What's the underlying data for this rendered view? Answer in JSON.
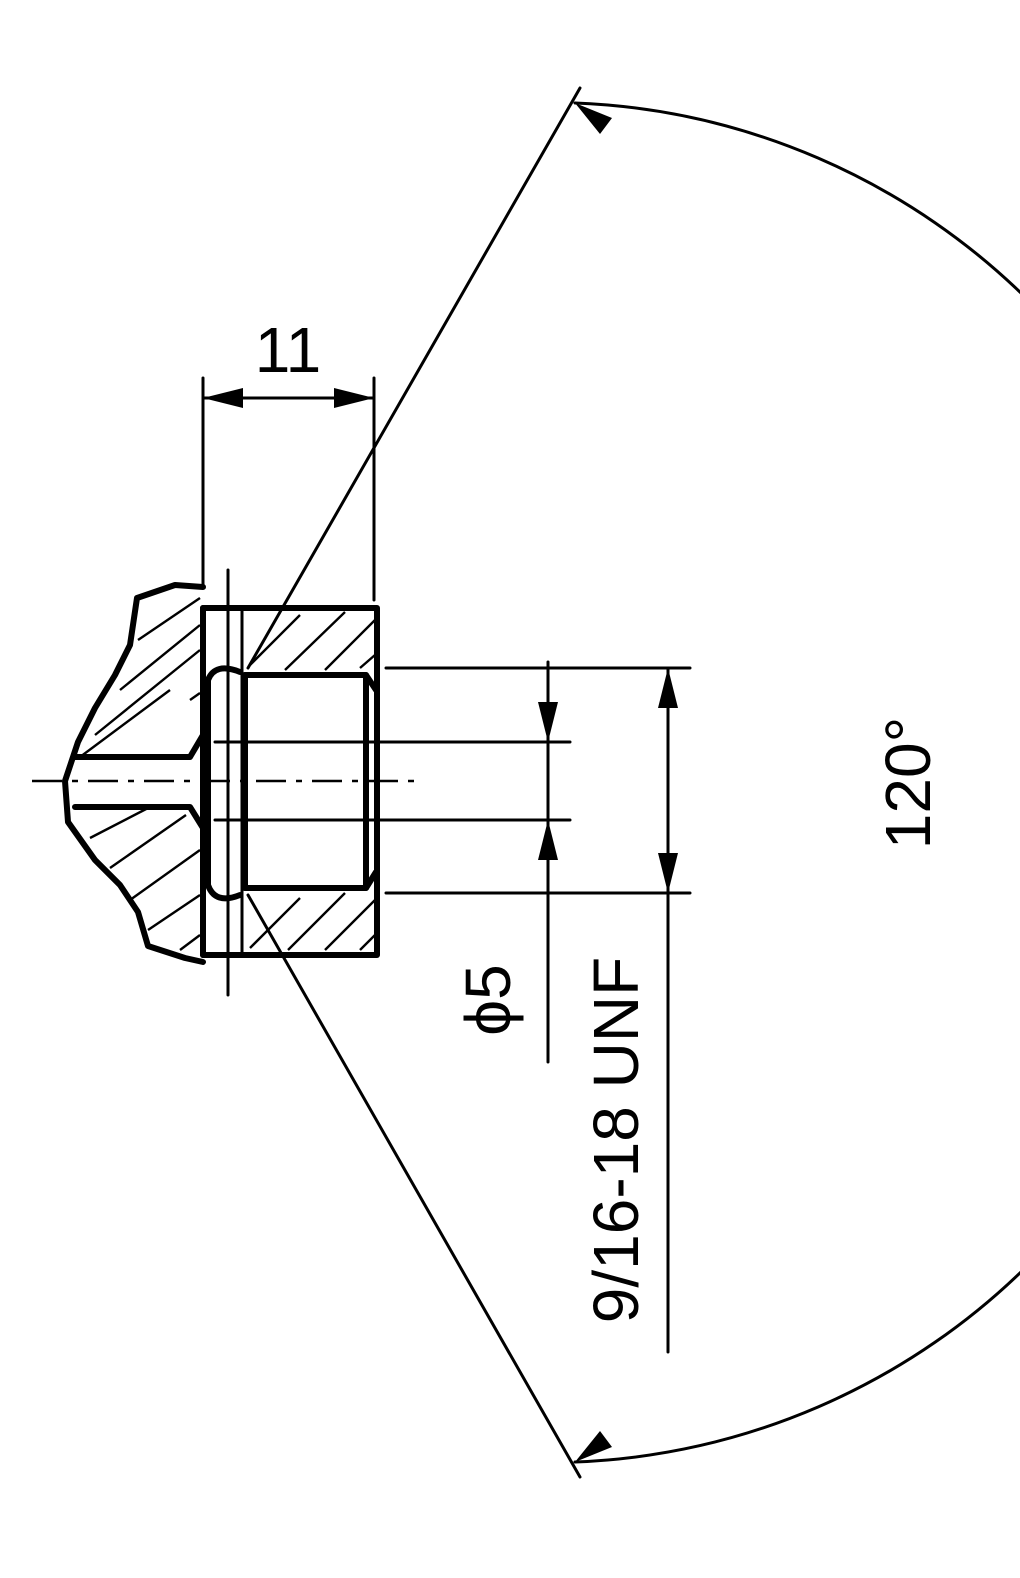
{
  "drawing": {
    "dimensions": {
      "depth": "11",
      "bore_diameter": "ϕ5",
      "thread": "9/16-18 UNF",
      "angle": "120°"
    }
  }
}
